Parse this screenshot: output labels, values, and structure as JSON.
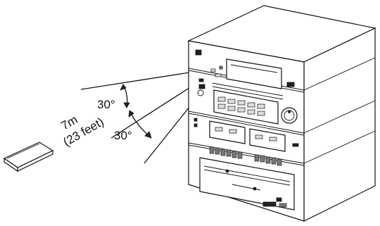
{
  "labels": {
    "angle_upper": "30°",
    "angle_lower": "30°",
    "distance_metric": "7m",
    "distance_imperial": "(23 feet)"
  },
  "colors": {
    "ink": "#111111",
    "background": "#ffffff"
  },
  "icons": {
    "remote": "remote-control-icon",
    "stereo": "stereo-system-icon",
    "sensor": "ir-sensor-icon"
  }
}
